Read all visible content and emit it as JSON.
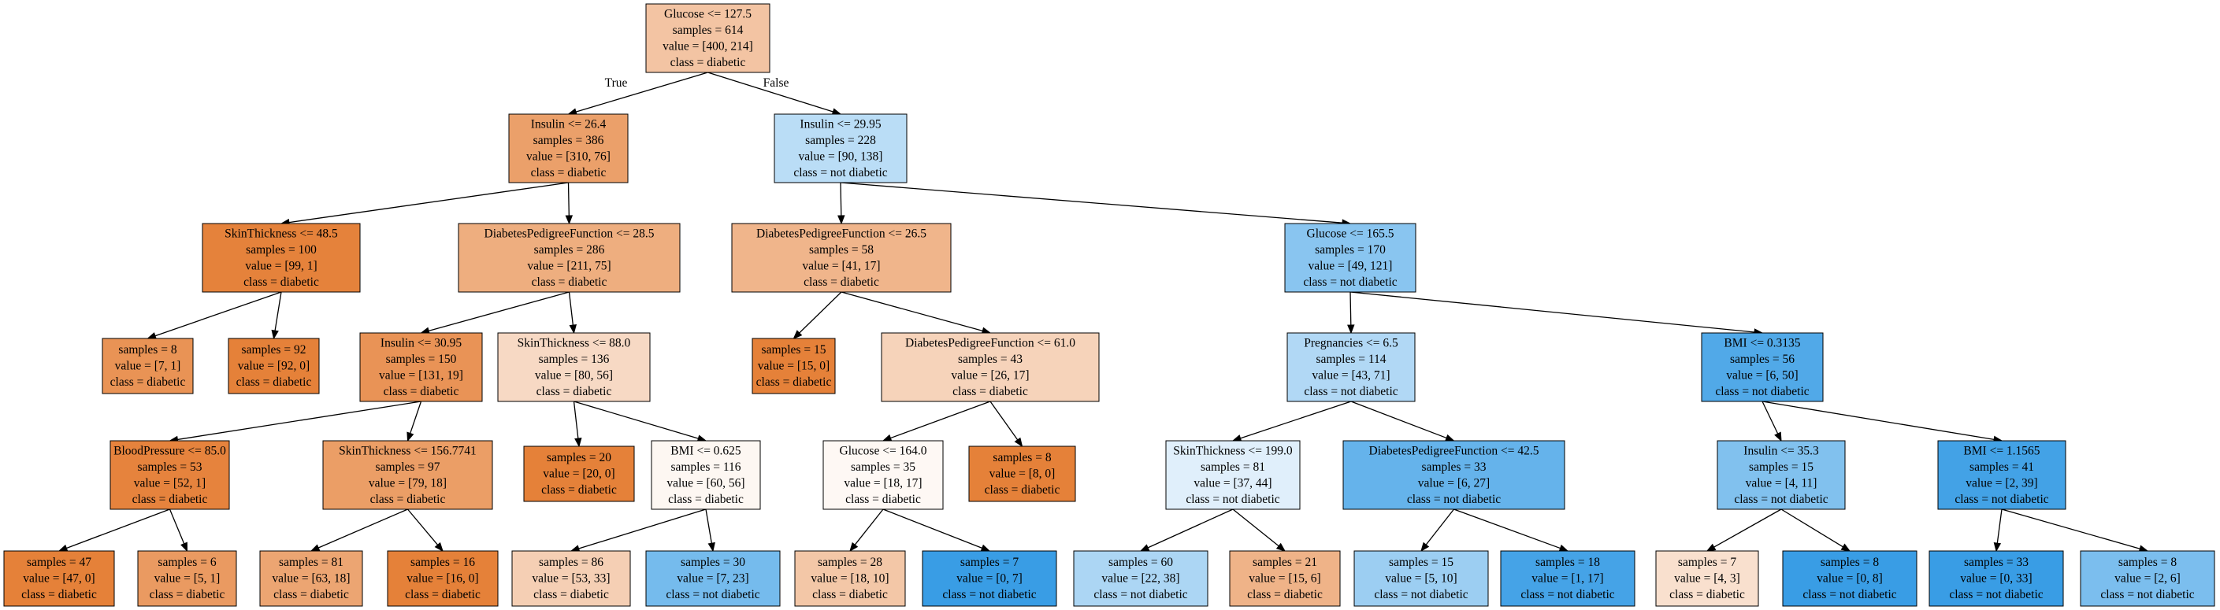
{
  "colors": {
    "diabetic": "#e58139",
    "not_diabetic": "#399de5"
  },
  "nodes": [
    {
      "id": 0,
      "condition": "Glucose <= 127.5",
      "samples": "samples = 614",
      "value": "value = [400, 214]",
      "class": "class = diabetic",
      "counts": [
        400,
        214
      ]
    },
    {
      "id": 1,
      "condition": "Insulin <= 26.4",
      "samples": "samples = 386",
      "value": "value = [310, 76]",
      "class": "class = diabetic",
      "counts": [
        310,
        76
      ]
    },
    {
      "id": 2,
      "condition": "Insulin <= 29.95",
      "samples": "samples = 228",
      "value": "value = [90, 138]",
      "class": "class = not diabetic",
      "counts": [
        90,
        138
      ]
    },
    {
      "id": 3,
      "condition": "SkinThickness <= 48.5",
      "samples": "samples = 100",
      "value": "value = [99, 1]",
      "class": "class = diabetic",
      "counts": [
        99,
        1
      ]
    },
    {
      "id": 4,
      "condition": "DiabetesPedigreeFunction <= 28.5",
      "samples": "samples = 286",
      "value": "value = [211, 75]",
      "class": "class = diabetic",
      "counts": [
        211,
        75
      ]
    },
    {
      "id": 5,
      "condition": "DiabetesPedigreeFunction <= 26.5",
      "samples": "samples = 58",
      "value": "value = [41, 17]",
      "class": "class = diabetic",
      "counts": [
        41,
        17
      ]
    },
    {
      "id": 6,
      "condition": "Glucose <= 165.5",
      "samples": "samples = 170",
      "value": "value = [49, 121]",
      "class": "class = not diabetic",
      "counts": [
        49,
        121
      ]
    },
    {
      "id": 7,
      "condition": "",
      "samples": "samples = 8",
      "value": "value = [7, 1]",
      "class": "class = diabetic",
      "counts": [
        7,
        1
      ]
    },
    {
      "id": 8,
      "condition": "",
      "samples": "samples = 92",
      "value": "value = [92, 0]",
      "class": "class = diabetic",
      "counts": [
        92,
        0
      ]
    },
    {
      "id": 9,
      "condition": "Insulin <= 30.95",
      "samples": "samples = 150",
      "value": "value = [131, 19]",
      "class": "class = diabetic",
      "counts": [
        131,
        19
      ]
    },
    {
      "id": 10,
      "condition": "SkinThickness <= 88.0",
      "samples": "samples = 136",
      "value": "value = [80, 56]",
      "class": "class = diabetic",
      "counts": [
        80,
        56
      ]
    },
    {
      "id": 11,
      "condition": "",
      "samples": "samples = 15",
      "value": "value = [15, 0]",
      "class": "class = diabetic",
      "counts": [
        15,
        0
      ]
    },
    {
      "id": 12,
      "condition": "DiabetesPedigreeFunction <= 61.0",
      "samples": "samples = 43",
      "value": "value = [26, 17]",
      "class": "class = diabetic",
      "counts": [
        26,
        17
      ]
    },
    {
      "id": 13,
      "condition": "Pregnancies <= 6.5",
      "samples": "samples = 114",
      "value": "value = [43, 71]",
      "class": "class = not diabetic",
      "counts": [
        43,
        71
      ]
    },
    {
      "id": 14,
      "condition": "BMI <= 0.3135",
      "samples": "samples = 56",
      "value": "value = [6, 50]",
      "class": "class = not diabetic",
      "counts": [
        6,
        50
      ]
    },
    {
      "id": 15,
      "condition": "BloodPressure <= 85.0",
      "samples": "samples = 53",
      "value": "value = [52, 1]",
      "class": "class = diabetic",
      "counts": [
        52,
        1
      ]
    },
    {
      "id": 16,
      "condition": "SkinThickness <= 156.7741",
      "samples": "samples = 97",
      "value": "value = [79, 18]",
      "class": "class = diabetic",
      "counts": [
        79,
        18
      ]
    },
    {
      "id": 17,
      "condition": "",
      "samples": "samples = 20",
      "value": "value = [20, 0]",
      "class": "class = diabetic",
      "counts": [
        20,
        0
      ]
    },
    {
      "id": 18,
      "condition": "BMI <= 0.625",
      "samples": "samples = 116",
      "value": "value = [60, 56]",
      "class": "class = diabetic",
      "counts": [
        60,
        56
      ]
    },
    {
      "id": 19,
      "condition": "Glucose <= 164.0",
      "samples": "samples = 35",
      "value": "value = [18, 17]",
      "class": "class = diabetic",
      "counts": [
        18,
        17
      ]
    },
    {
      "id": 20,
      "condition": "",
      "samples": "samples = 8",
      "value": "value = [8, 0]",
      "class": "class = diabetic",
      "counts": [
        8,
        0
      ]
    },
    {
      "id": 21,
      "condition": "SkinThickness <= 199.0",
      "samples": "samples = 81",
      "value": "value = [37, 44]",
      "class": "class = not diabetic",
      "counts": [
        37,
        44
      ]
    },
    {
      "id": 22,
      "condition": "DiabetesPedigreeFunction <= 42.5",
      "samples": "samples = 33",
      "value": "value = [6, 27]",
      "class": "class = not diabetic",
      "counts": [
        6,
        27
      ]
    },
    {
      "id": 23,
      "condition": "Insulin <= 35.3",
      "samples": "samples = 15",
      "value": "value = [4, 11]",
      "class": "class = not diabetic",
      "counts": [
        4,
        11
      ]
    },
    {
      "id": 24,
      "condition": "BMI <= 1.1565",
      "samples": "samples = 41",
      "value": "value = [2, 39]",
      "class": "class = not diabetic",
      "counts": [
        2,
        39
      ]
    },
    {
      "id": 25,
      "condition": "",
      "samples": "samples = 47",
      "value": "value = [47, 0]",
      "class": "class = diabetic",
      "counts": [
        47,
        0
      ]
    },
    {
      "id": 26,
      "condition": "",
      "samples": "samples = 6",
      "value": "value = [5, 1]",
      "class": "class = diabetic",
      "counts": [
        5,
        1
      ]
    },
    {
      "id": 27,
      "condition": "",
      "samples": "samples = 81",
      "value": "value = [63, 18]",
      "class": "class = diabetic",
      "counts": [
        63,
        18
      ]
    },
    {
      "id": 28,
      "condition": "",
      "samples": "samples = 16",
      "value": "value = [16, 0]",
      "class": "class = diabetic",
      "counts": [
        16,
        0
      ]
    },
    {
      "id": 29,
      "condition": "",
      "samples": "samples = 86",
      "value": "value = [53, 33]",
      "class": "class = diabetic",
      "counts": [
        53,
        33
      ]
    },
    {
      "id": 30,
      "condition": "",
      "samples": "samples = 30",
      "value": "value = [7, 23]",
      "class": "class = not diabetic",
      "counts": [
        7,
        23
      ]
    },
    {
      "id": 31,
      "condition": "",
      "samples": "samples = 28",
      "value": "value = [18, 10]",
      "class": "class = diabetic",
      "counts": [
        18,
        10
      ]
    },
    {
      "id": 32,
      "condition": "",
      "samples": "samples = 7",
      "value": "value = [0, 7]",
      "class": "class = not diabetic",
      "counts": [
        0,
        7
      ]
    },
    {
      "id": 33,
      "condition": "",
      "samples": "samples = 60",
      "value": "value = [22, 38]",
      "class": "class = not diabetic",
      "counts": [
        22,
        38
      ]
    },
    {
      "id": 34,
      "condition": "",
      "samples": "samples = 21",
      "value": "value = [15, 6]",
      "class": "class = diabetic",
      "counts": [
        15,
        6
      ]
    },
    {
      "id": 35,
      "condition": "",
      "samples": "samples = 15",
      "value": "value = [5, 10]",
      "class": "class = not diabetic",
      "counts": [
        5,
        10
      ]
    },
    {
      "id": 36,
      "condition": "",
      "samples": "samples = 18",
      "value": "value = [1, 17]",
      "class": "class = not diabetic",
      "counts": [
        1,
        17
      ]
    },
    {
      "id": 37,
      "condition": "",
      "samples": "samples = 7",
      "value": "value = [4, 3]",
      "class": "class = diabetic",
      "counts": [
        4,
        3
      ]
    },
    {
      "id": 38,
      "condition": "",
      "samples": "samples = 8",
      "value": "value = [0, 8]",
      "class": "class = not diabetic",
      "counts": [
        0,
        8
      ]
    },
    {
      "id": 39,
      "condition": "",
      "samples": "samples = 33",
      "value": "value = [0, 33]",
      "class": "class = not diabetic",
      "counts": [
        0,
        33
      ]
    },
    {
      "id": 40,
      "condition": "",
      "samples": "samples = 8",
      "value": "value = [2, 6]",
      "class": "class = not diabetic",
      "counts": [
        2,
        6
      ]
    }
  ],
  "edges": [
    {
      "from": 0,
      "to": 1,
      "label": "True"
    },
    {
      "from": 0,
      "to": 2,
      "label": "False"
    },
    {
      "from": 1,
      "to": 3,
      "label": ""
    },
    {
      "from": 1,
      "to": 4,
      "label": ""
    },
    {
      "from": 2,
      "to": 5,
      "label": ""
    },
    {
      "from": 2,
      "to": 6,
      "label": ""
    },
    {
      "from": 3,
      "to": 7,
      "label": ""
    },
    {
      "from": 3,
      "to": 8,
      "label": ""
    },
    {
      "from": 4,
      "to": 9,
      "label": ""
    },
    {
      "from": 4,
      "to": 10,
      "label": ""
    },
    {
      "from": 5,
      "to": 11,
      "label": ""
    },
    {
      "from": 5,
      "to": 12,
      "label": ""
    },
    {
      "from": 6,
      "to": 13,
      "label": ""
    },
    {
      "from": 6,
      "to": 14,
      "label": ""
    },
    {
      "from": 9,
      "to": 15,
      "label": ""
    },
    {
      "from": 9,
      "to": 16,
      "label": ""
    },
    {
      "from": 10,
      "to": 17,
      "label": ""
    },
    {
      "from": 10,
      "to": 18,
      "label": ""
    },
    {
      "from": 12,
      "to": 19,
      "label": ""
    },
    {
      "from": 12,
      "to": 20,
      "label": ""
    },
    {
      "from": 13,
      "to": 21,
      "label": ""
    },
    {
      "from": 13,
      "to": 22,
      "label": ""
    },
    {
      "from": 14,
      "to": 23,
      "label": ""
    },
    {
      "from": 14,
      "to": 24,
      "label": ""
    },
    {
      "from": 15,
      "to": 25,
      "label": ""
    },
    {
      "from": 15,
      "to": 26,
      "label": ""
    },
    {
      "from": 16,
      "to": 27,
      "label": ""
    },
    {
      "from": 16,
      "to": 28,
      "label": ""
    },
    {
      "from": 18,
      "to": 29,
      "label": ""
    },
    {
      "from": 18,
      "to": 30,
      "label": ""
    },
    {
      "from": 19,
      "to": 31,
      "label": ""
    },
    {
      "from": 19,
      "to": 32,
      "label": ""
    },
    {
      "from": 21,
      "to": 33,
      "label": ""
    },
    {
      "from": 21,
      "to": 34,
      "label": ""
    },
    {
      "from": 22,
      "to": 35,
      "label": ""
    },
    {
      "from": 22,
      "to": 36,
      "label": ""
    },
    {
      "from": 23,
      "to": 37,
      "label": ""
    },
    {
      "from": 23,
      "to": 38,
      "label": ""
    },
    {
      "from": 24,
      "to": 39,
      "label": ""
    },
    {
      "from": 24,
      "to": 40,
      "label": ""
    }
  ]
}
